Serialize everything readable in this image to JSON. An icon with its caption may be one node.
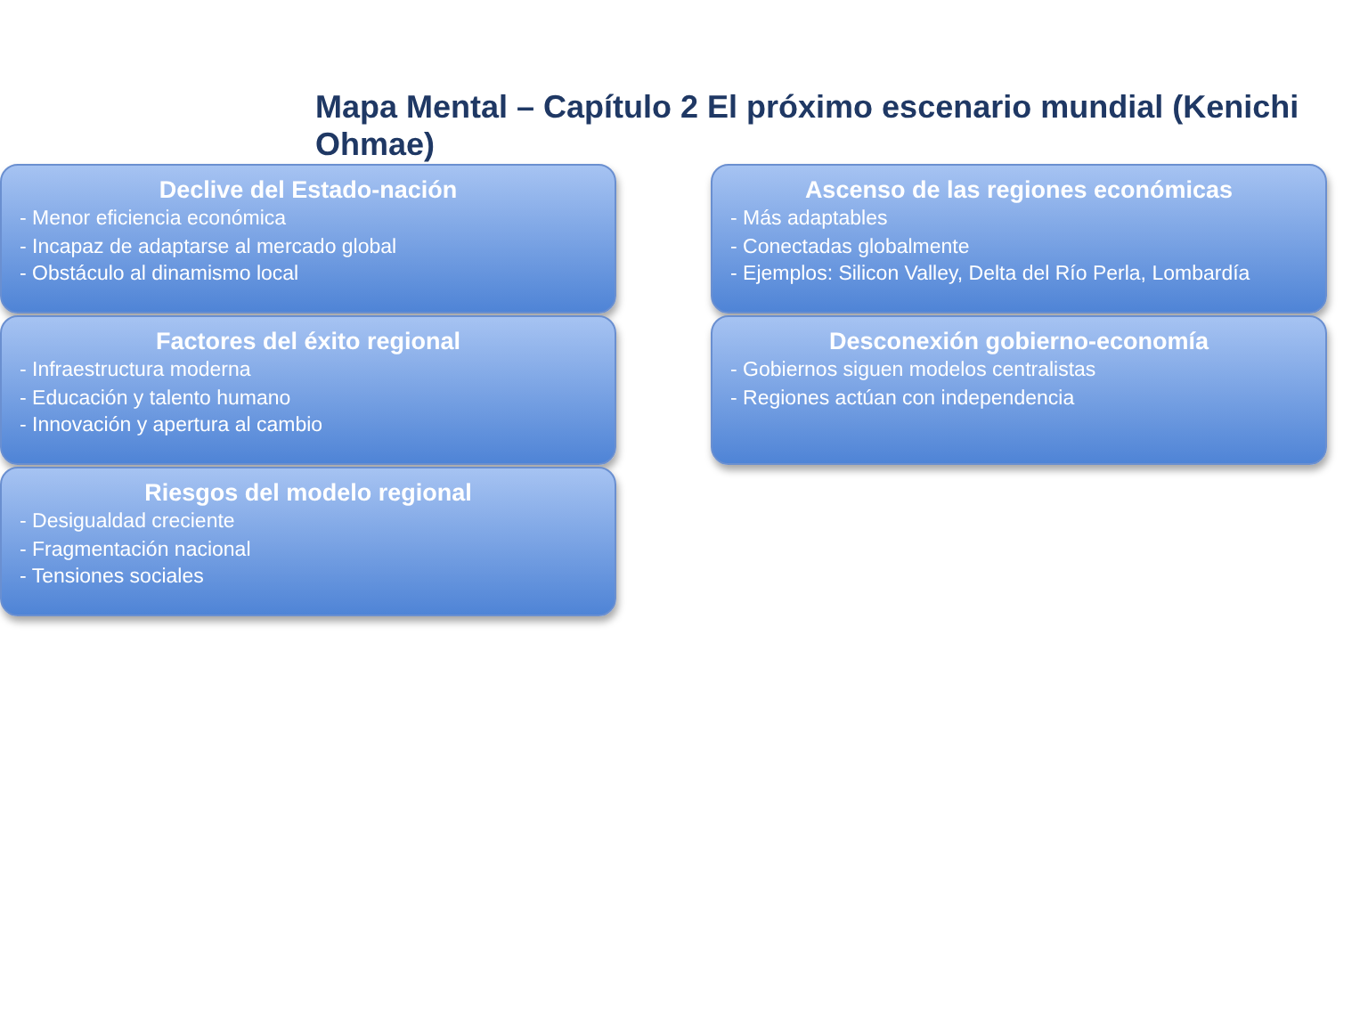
{
  "diagram": {
    "title": "Mapa Mental – Capítulo 2 El próximo escenario mundial (Kenichi Ohmae)",
    "nodes": [
      {
        "text": [
          "Declive del Estado-nación",
          "- Menor eficiencia económica",
          "- Incapaz de adaptarse al mercado global",
          "- Obstáculo al dinamismo local"
        ]
      },
      {
        "text": [
          "Ascenso de las regiones económicas",
          "- Más adaptables",
          "- Conectadas globalmente",
          "- Ejemplos: Silicon Valley, Delta del Río Perla, Lombardía"
        ]
      },
      {
        "text": [
          "Factores del éxito regional",
          "- Infraestructura moderna",
          "- Educación y talento humano",
          "- Innovación y apertura al cambio"
        ]
      },
      {
        "text": [
          "Desconexión gobierno-economía",
          "- Gobiernos siguen modelos centralistas",
          "- Regiones actúan con independencia"
        ]
      },
      {
        "text": [
          "Riesgos del modelo regional",
          "- Desigualdad creciente",
          "- Fragmentación nacional",
          "- Tensiones sociales"
        ]
      }
    ]
  }
}
